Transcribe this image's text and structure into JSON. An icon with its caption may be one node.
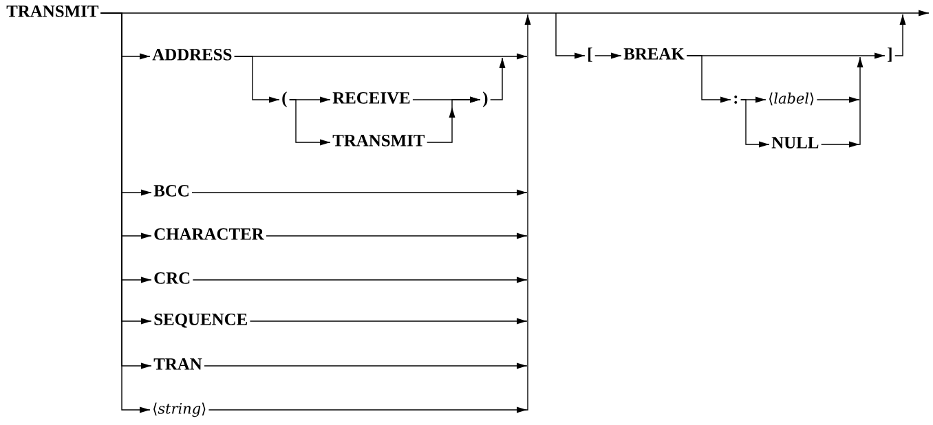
{
  "diagram": {
    "nodes": [
      {
        "text": [
          "TRANSMIT"
        ]
      },
      {
        "text": [
          "ADDRESS"
        ]
      },
      {
        "text": [
          "("
        ]
      },
      {
        "text": [
          "RECEIVE"
        ]
      },
      {
        "text": [
          "TRANSMIT"
        ]
      },
      {
        "text": [
          ")"
        ]
      },
      {
        "text": [
          "BCC"
        ]
      },
      {
        "text": [
          "CHARACTER"
        ]
      },
      {
        "text": [
          "CRC"
        ]
      },
      {
        "text": [
          "SEQUENCE"
        ]
      },
      {
        "text": [
          "TRAN"
        ]
      },
      {
        "text": [
          "⟨*string*⟩"
        ]
      },
      {
        "text": [
          "["
        ]
      },
      {
        "text": [
          "BREAK"
        ]
      },
      {
        "text": [
          "]"
        ]
      },
      {
        "text": [
          ":"
        ]
      },
      {
        "text": [
          "⟨*label*⟩"
        ]
      },
      {
        "text": [
          "NULL"
        ]
      }
    ],
    "edges": [
      {
        "from": 0,
        "to": 1,
        "arrow": "to"
      },
      {
        "from": 0,
        "to": 6,
        "arrow": "to"
      },
      {
        "from": 0,
        "to": 7,
        "arrow": "to"
      },
      {
        "from": 0,
        "to": 8,
        "arrow": "to"
      },
      {
        "from": 0,
        "to": 9,
        "arrow": "to"
      },
      {
        "from": 0,
        "to": 10,
        "arrow": "to"
      },
      {
        "from": 0,
        "to": 11,
        "arrow": "to"
      },
      {
        "from": 0,
        "to": null,
        "arrow": "to"
      },
      {
        "from": 1,
        "to": null,
        "arrow": "to"
      },
      {
        "from": 1,
        "to": 2,
        "arrow": "to"
      },
      {
        "from": 2,
        "to": 3,
        "arrow": "to"
      },
      {
        "from": 2,
        "to": 4,
        "arrow": "to"
      },
      {
        "from": 3,
        "to": 5,
        "arrow": "to"
      },
      {
        "from": 4,
        "to": 5,
        "arrow": "to"
      },
      {
        "from": 5,
        "to": null,
        "arrow": "to"
      },
      {
        "from": 6,
        "to": null,
        "arrow": "to"
      },
      {
        "from": 7,
        "to": null,
        "arrow": "to"
      },
      {
        "from": 8,
        "to": null,
        "arrow": "to"
      },
      {
        "from": 9,
        "to": null,
        "arrow": "to"
      },
      {
        "from": 10,
        "to": null,
        "arrow": "to"
      },
      {
        "from": 11,
        "to": null,
        "arrow": "to"
      },
      {
        "from": null,
        "to": 12,
        "arrow": "to"
      },
      {
        "from": 12,
        "to": 13,
        "arrow": "to"
      },
      {
        "from": 13,
        "to": 14,
        "arrow": "to"
      },
      {
        "from": 13,
        "to": 15,
        "arrow": "to"
      },
      {
        "from": 15,
        "to": 16,
        "arrow": "to"
      },
      {
        "from": 15,
        "to": 17,
        "arrow": "to"
      },
      {
        "from": 16,
        "to": null,
        "arrow": "to"
      },
      {
        "from": 17,
        "to": null,
        "arrow": "to"
      },
      {
        "from": 14,
        "to": null,
        "arrow": "to"
      }
    ]
  }
}
